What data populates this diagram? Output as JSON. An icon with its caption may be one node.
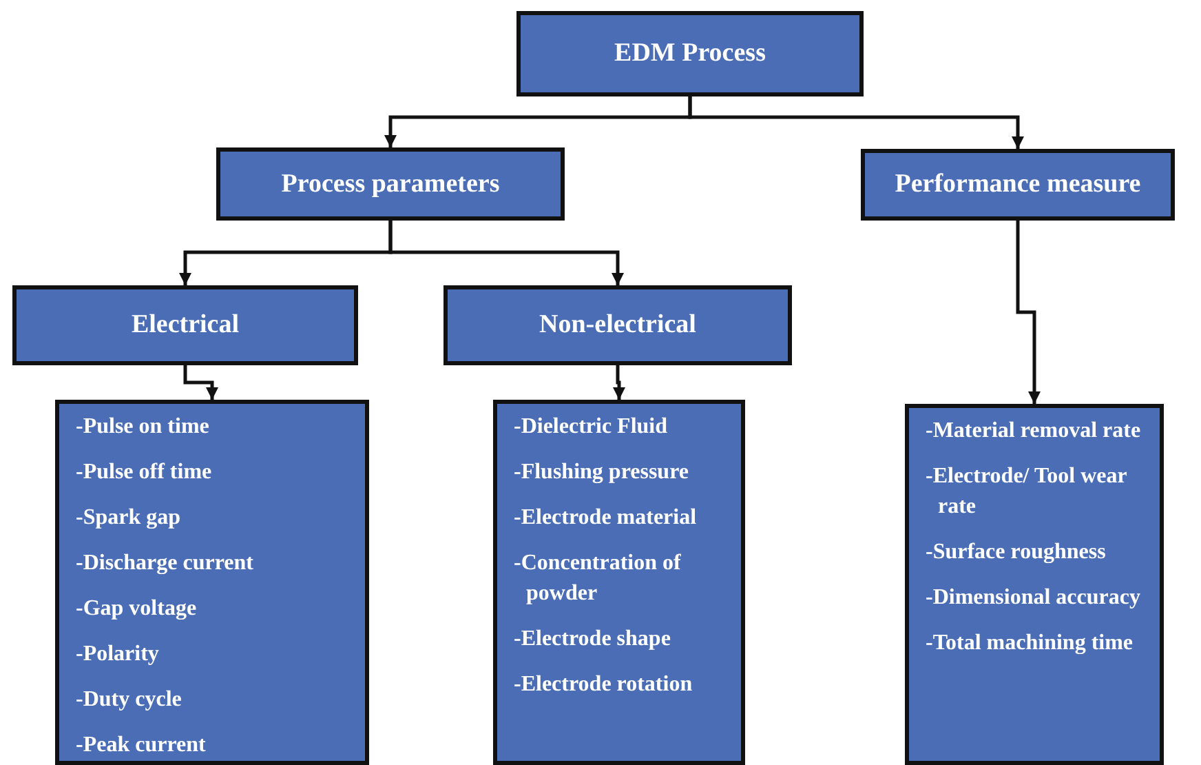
{
  "diagram": {
    "nodes": [
      {
        "text": [
          "EDM Process"
        ]
      },
      {
        "text": [
          "Process parameters"
        ]
      },
      {
        "text": [
          "Performance measure"
        ]
      },
      {
        "text": [
          "Electrical"
        ]
      },
      {
        "text": [
          "Non-electrical"
        ]
      },
      {
        "text": [
          "-Pulse on time",
          "-Pulse off time",
          "-Spark gap",
          "-Discharge current",
          "-Gap voltage",
          "-Polarity",
          "-Duty cycle",
          "-Peak current"
        ]
      },
      {
        "text": [
          "-Dielectric Fluid",
          "-Flushing pressure",
          "-Electrode material",
          "-Concentration of powder",
          "-Electrode shape",
          "-Electrode rotation"
        ]
      },
      {
        "text": [
          "-Material removal rate",
          "-Electrode/ Tool wear rate",
          "-Surface roughness",
          "-Dimensional accuracy",
          "-Total machining time"
        ]
      }
    ],
    "edges": [
      {
        "from": 0,
        "to": 1,
        "arrow": "to"
      },
      {
        "from": 0,
        "to": 2,
        "arrow": "to"
      },
      {
        "from": 1,
        "to": 3,
        "arrow": "to"
      },
      {
        "from": 1,
        "to": 4,
        "arrow": "to"
      },
      {
        "from": 3,
        "to": 5,
        "arrow": "to"
      },
      {
        "from": 4,
        "to": 6,
        "arrow": "to"
      },
      {
        "from": 2,
        "to": 7,
        "arrow": "to"
      }
    ]
  }
}
